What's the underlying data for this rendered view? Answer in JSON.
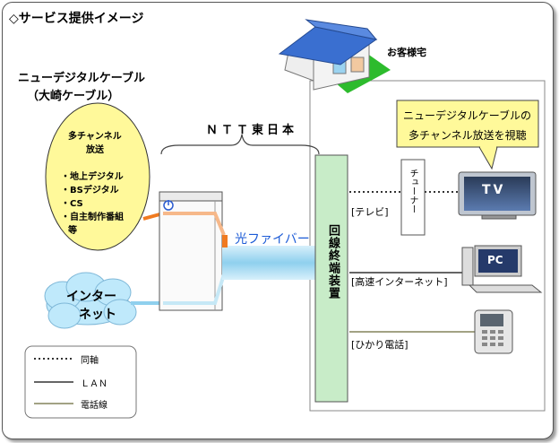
{
  "title": "◇サービス提供イメージ",
  "provider": {
    "name": "ニューデジタルケーブル",
    "sub": "（大崎ケーブル）"
  },
  "channels": {
    "heading1": "多チャンネル",
    "heading2": "放送",
    "items": [
      "・地上デジタル",
      "・BSデジタル",
      "・CS",
      "・自主制作番組",
      "等"
    ]
  },
  "internet_cloud": {
    "line1": "インター",
    "line2": "ネット"
  },
  "ntt": "ＮＴＴ東日本",
  "fiber": "光ファイバー",
  "onu": "回線終端装置",
  "house": "お客様宅",
  "callout": {
    "line1": "ニューデジタルケーブルの",
    "line2": "多チャンネル放送を視聴"
  },
  "tuner": "チューナー",
  "devices": {
    "tv_label": "TV",
    "pc_label": "PC",
    "tv_service": "[テレビ]",
    "net_service": "[高速インターネット]",
    "phone_service": "[ひかり電話]"
  },
  "legend": {
    "coax": "同軸",
    "lan": "ＬＡＮ",
    "phone": "電話線"
  },
  "colors": {
    "fiber_blue": "#8fd0ee",
    "fiber_orange": "#f07a20",
    "callout_fill": "#fff99a",
    "cloud": "#bfe9fb",
    "roof": "#3a6fd0",
    "lawn": "#2dbb2d"
  }
}
